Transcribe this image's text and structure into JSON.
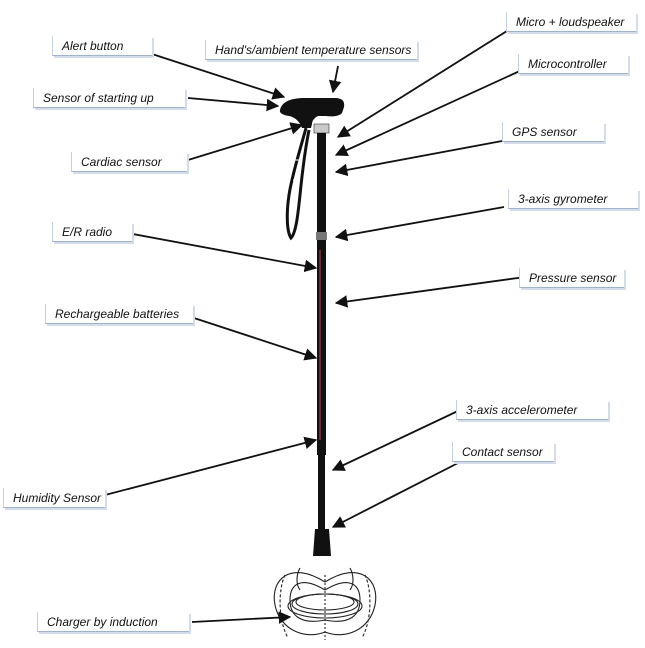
{
  "labels": {
    "alert_button": "Alert button",
    "temp_sensors": "Hand's/ambient temperature sensors",
    "micro_speaker": "Micro + loudspeaker",
    "microcontroller": "Microcontroller",
    "starting_up": "Sensor of starting up",
    "cardiac": "Cardiac sensor",
    "gps": "GPS sensor",
    "gyrometer": "3-axis gyrometer",
    "er_radio": "E/R radio",
    "pressure": "Pressure sensor",
    "batteries": "Rechargeable batteries",
    "accelerometer": "3-axis accelerometer",
    "contact": "Contact sensor",
    "humidity": "Humidity Sensor",
    "charger": "Charger by induction"
  },
  "colors": {
    "cane": "#111111",
    "arrow": "#111111",
    "label_border": "#9fb3cc"
  },
  "icons": {
    "cane": "walking-cane-drawing",
    "coil": "induction-coil-drawing"
  }
}
